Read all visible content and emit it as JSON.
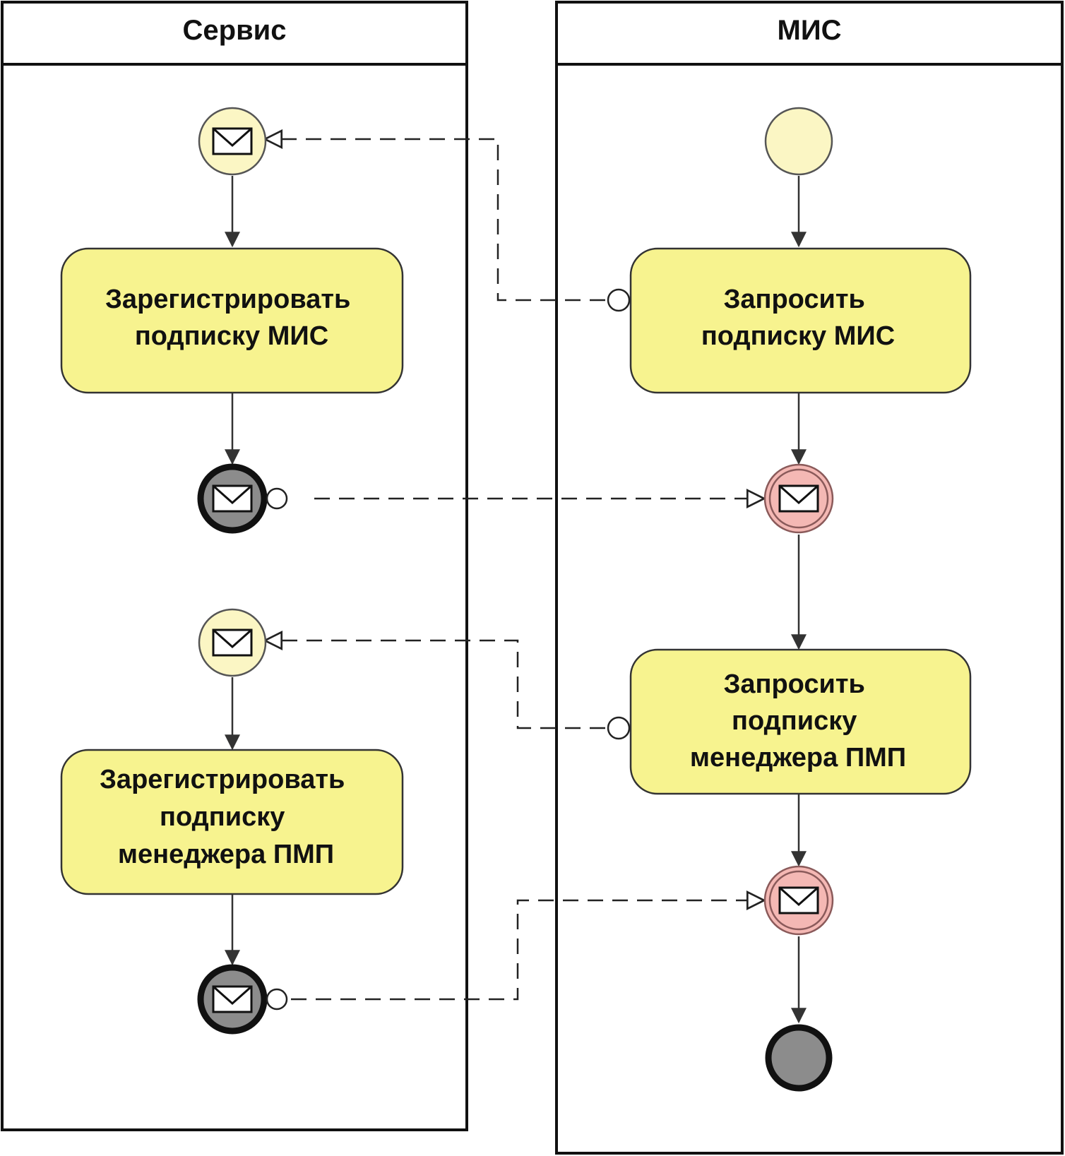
{
  "lanes": {
    "service": {
      "title": "Сервис"
    },
    "mis": {
      "title": "МИС"
    }
  },
  "tasks": {
    "register_mis": [
      "Зарегистрировать",
      "подписку МИС"
    ],
    "request_mis": [
      "Запросить",
      "подписку МИС"
    ],
    "request_pmp": [
      "Запросить",
      "подписку",
      "менеджера ПМП"
    ],
    "register_pmp": [
      "Зарегистрировать",
      "подписку",
      "менеджера ПМП"
    ]
  },
  "colors": {
    "task_fill": "#f7f38f",
    "start_event_fill": "#fbf6c4",
    "intermediate_event_fill": "#f4b8b4",
    "end_event_fill": "#8c8c8c",
    "line": "#333333"
  },
  "icons": {
    "message": "envelope-icon"
  }
}
